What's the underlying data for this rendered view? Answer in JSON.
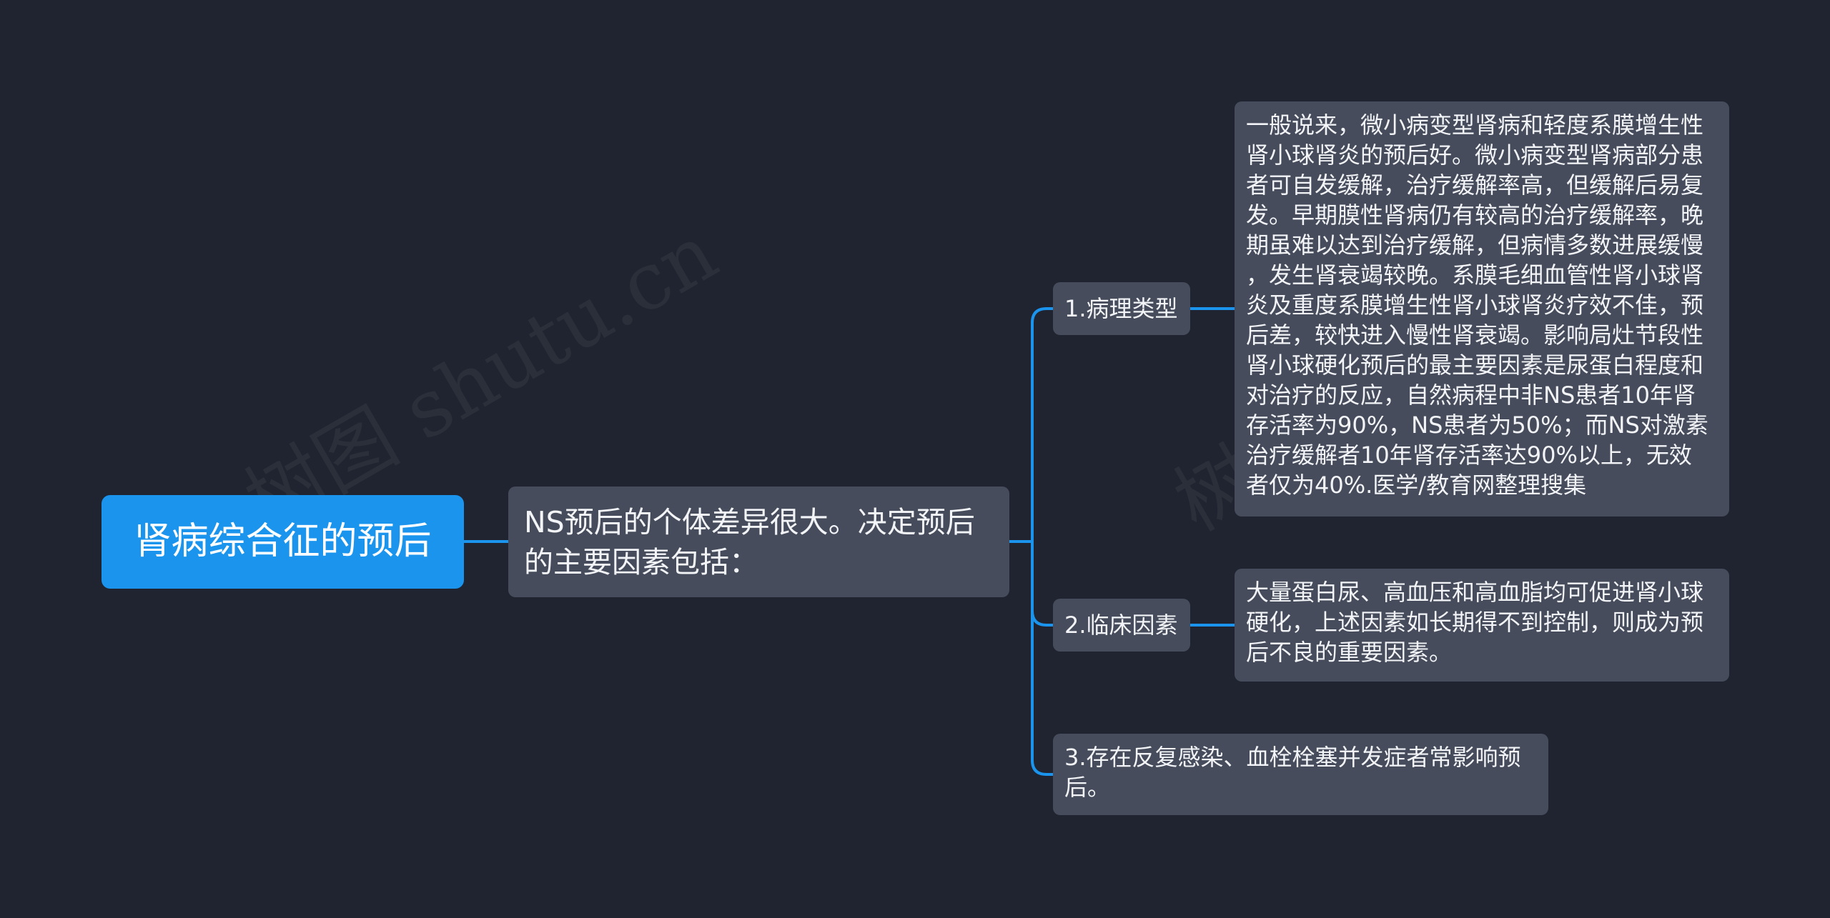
{
  "colors": {
    "background": "#1f2430",
    "root_fill": "#1b94ee",
    "node_fill": "#464c5b",
    "edge": "#1b94ee",
    "text": "#f2f4f7"
  },
  "watermark": "树图 shutu.cn",
  "root": {
    "label": "肾病综合征的预后"
  },
  "mid": {
    "lines": [
      "NS预后的个体差异很大。决定预后",
      "的主要因素包括："
    ]
  },
  "children": [
    {
      "label": "1.病理类型",
      "detail": [
        "一般说来，微小病变型肾病和轻度系膜增生性",
        "肾小球肾炎的预后好。微小病变型肾病部分患",
        "者可自发缓解，治疗缓解率高，但缓解后易复",
        "发。早期膜性肾病仍有较高的治疗缓解率，晚",
        "期虽难以达到治疗缓解，但病情多数进展缓慢",
        "，发生肾衰竭较晚。系膜毛细血管性肾小球肾",
        "炎及重度系膜增生性肾小球肾炎疗效不佳，预",
        "后差，较快进入慢性肾衰竭。影响局灶节段性",
        "肾小球硬化预后的最主要因素是尿蛋白程度和",
        "对治疗的反应，自然病程中非NS患者10年肾",
        "存活率为90%，NS患者为50%；而NS对激素",
        "治疗缓解者10年肾存活率达90%以上，无效",
        "者仅为40%.医学/教育网整理搜集"
      ]
    },
    {
      "label": "2.临床因素",
      "detail": [
        "大量蛋白尿、高血压和高血脂均可促进肾小球",
        "硬化，上述因素如长期得不到控制，则成为预",
        "后不良的重要因素。"
      ]
    },
    {
      "lines": [
        "3.存在反复感染、血栓栓塞并发症者常影响预",
        "后。"
      ]
    }
  ]
}
